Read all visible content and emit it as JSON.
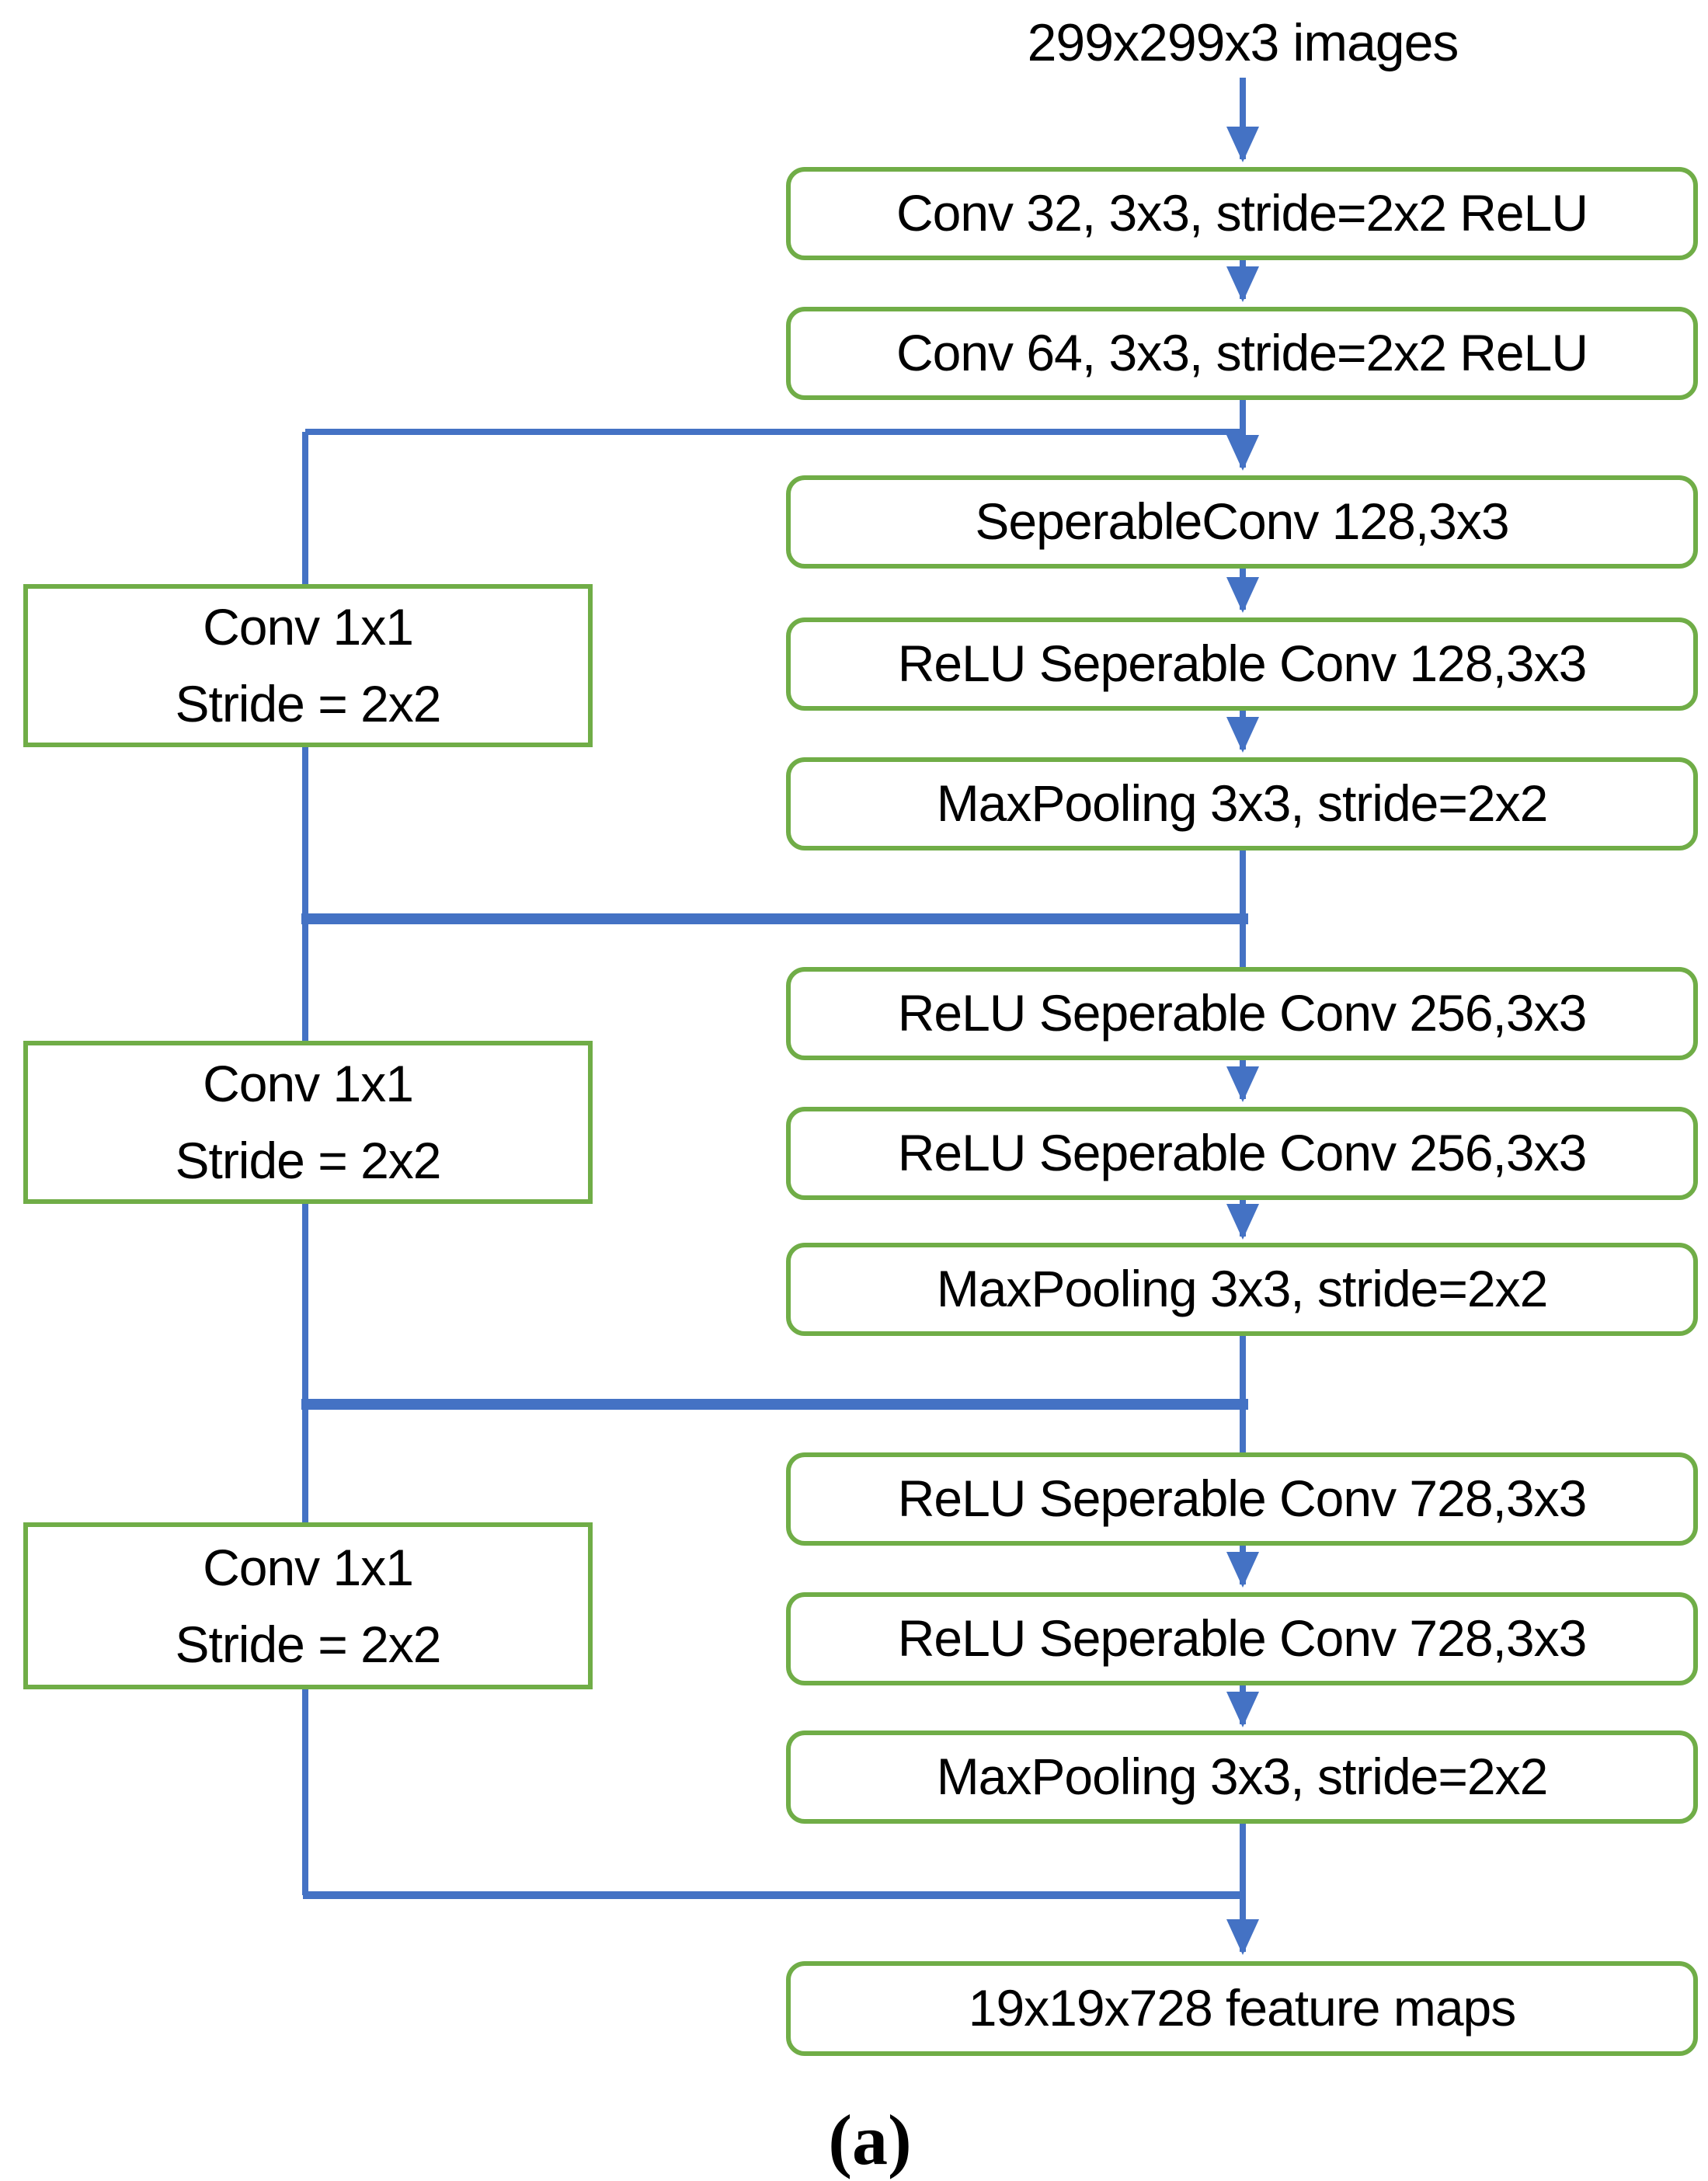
{
  "title": "299x299x3 images",
  "caption": "(a)",
  "colors": {
    "box_border": "#70ad47",
    "connector": "#4472c4",
    "text": "#000000",
    "background": "#ffffff"
  },
  "main_nodes": [
    {
      "id": "conv32",
      "label": "Conv 32, 3x3, stride=2x2 ReLU"
    },
    {
      "id": "conv64",
      "label": "Conv 64, 3x3, stride=2x2 ReLU"
    },
    {
      "id": "sepconv128",
      "label": "SeperableConv 128,3x3"
    },
    {
      "id": "relu-sep-128",
      "label": "ReLU Seperable Conv 128,3x3"
    },
    {
      "id": "maxpool-1",
      "label": "MaxPooling 3x3, stride=2x2"
    },
    {
      "id": "relu-sep-256a",
      "label": "ReLU Seperable Conv 256,3x3"
    },
    {
      "id": "relu-sep-256b",
      "label": "ReLU Seperable Conv 256,3x3"
    },
    {
      "id": "maxpool-2",
      "label": "MaxPooling 3x3, stride=2x2"
    },
    {
      "id": "relu-sep-728a",
      "label": "ReLU Seperable Conv 728,3x3"
    },
    {
      "id": "relu-sep-728b",
      "label": "ReLU Seperable Conv 728,3x3"
    },
    {
      "id": "maxpool-3",
      "label": "MaxPooling 3x3, stride=2x2"
    },
    {
      "id": "feature-maps",
      "label": "19x19x728 feature maps"
    }
  ],
  "skip_nodes": [
    {
      "id": "skip-conv-1",
      "line1": "Conv 1x1",
      "line2": "Stride = 2x2"
    },
    {
      "id": "skip-conv-2",
      "line1": "Conv 1x1",
      "line2": "Stride = 2x2"
    },
    {
      "id": "skip-conv-3",
      "line1": "Conv 1x1",
      "line2": "Stride = 2x2"
    }
  ]
}
